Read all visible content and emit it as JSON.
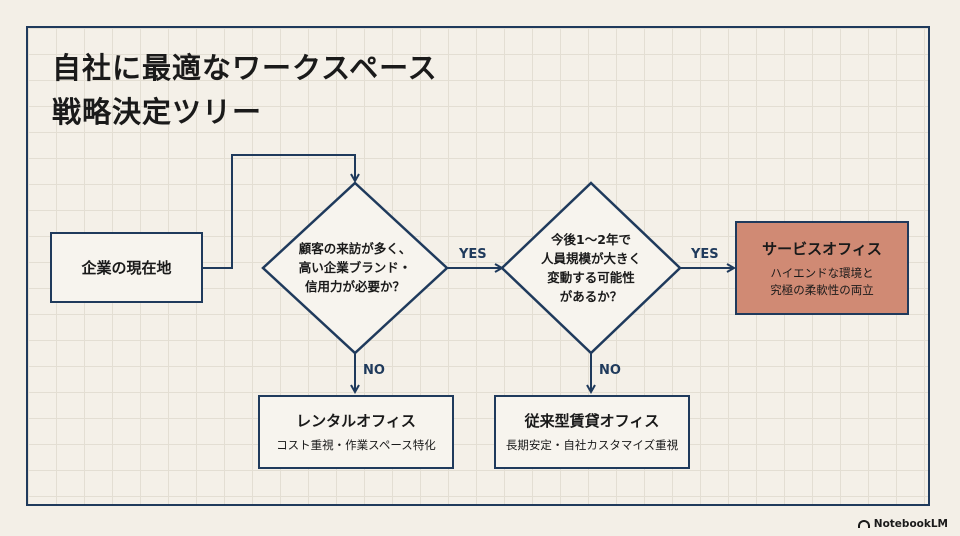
{
  "title": {
    "line1": "自社に最適なワークスペース",
    "line2": "戦略決定ツリー"
  },
  "start_node": {
    "label": "企業の現在地"
  },
  "decision1": {
    "text": "顧客の来訪が多く、\n高い企業ブランド・\n信用力が必要か？"
  },
  "decision2": {
    "text": "今後1〜2年で\n人員規模が大きく\n変動する可能性\nがあるか？"
  },
  "edge_labels": {
    "yes1": "YES",
    "yes2": "YES",
    "no1": "NO",
    "no2": "NO"
  },
  "outcome_rental": {
    "title": "レンタルオフィス",
    "desc": "コスト重視・作業スペース特化"
  },
  "outcome_traditional": {
    "title": "従来型賃貸オフィス",
    "desc": "長期安定・自社カスタマイズ重視"
  },
  "outcome_serviced": {
    "title": "サービスオフィス",
    "desc_line1": "ハイエンドな環境と",
    "desc_line2": "究極の柔軟性の両立",
    "fill": "#d08a74"
  },
  "brand": {
    "name": "NotebookLM"
  },
  "colors": {
    "line": "#1f3a5c",
    "background": "#f3efe7"
  }
}
